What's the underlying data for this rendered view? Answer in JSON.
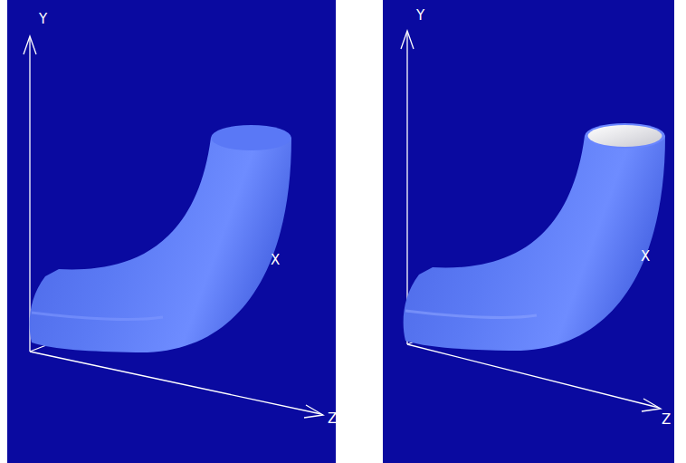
{
  "diagram": {
    "labels": [
      "Y",
      "X",
      "Z",
      "Y",
      "X",
      "Z"
    ]
  }
}
